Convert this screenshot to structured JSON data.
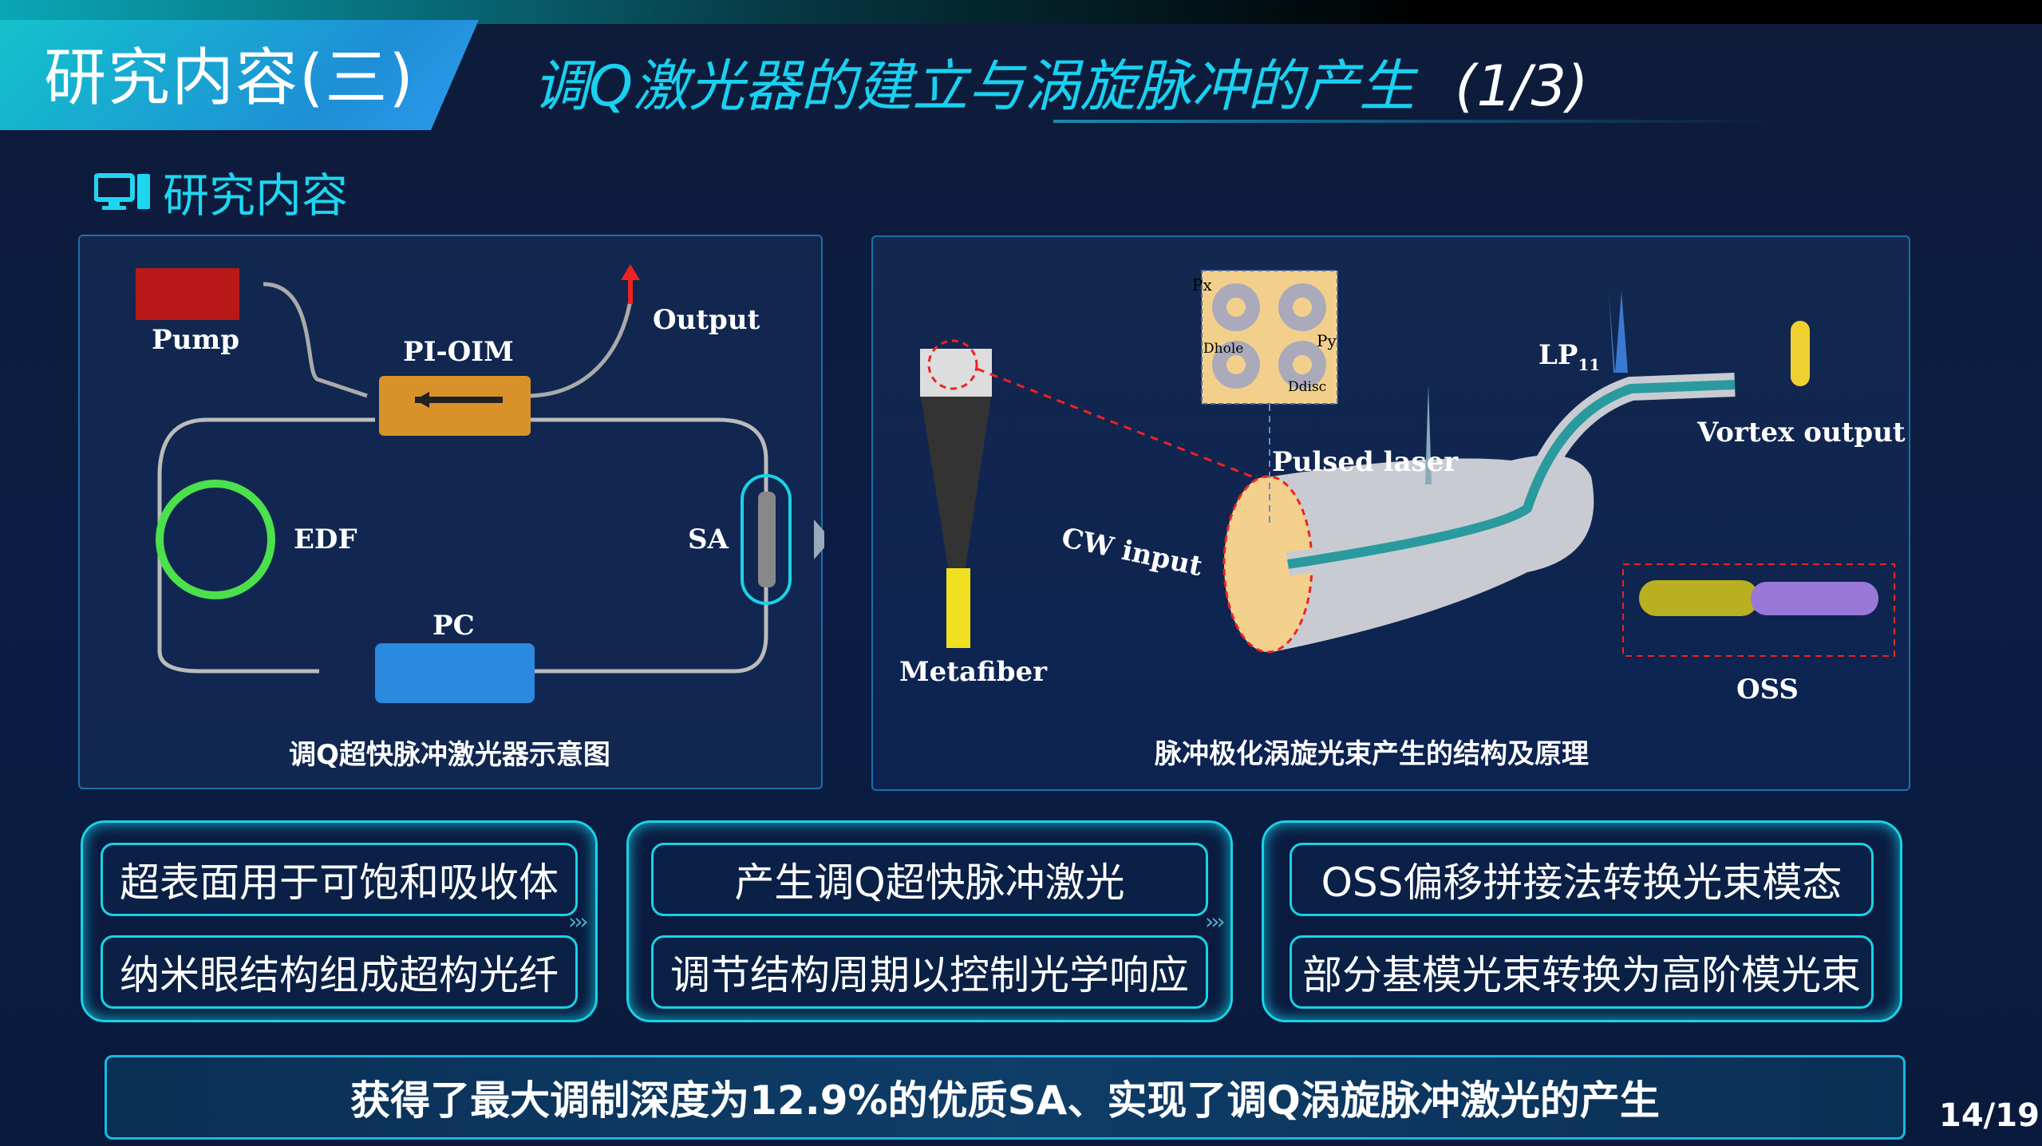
{
  "header": {
    "section_title": "研究内容(三)",
    "slide_title": "调Q激光器的建立与涡旋脉冲的产生",
    "slide_part": "(1/3)"
  },
  "section": {
    "icon": "computer-icon",
    "label": "研究内容"
  },
  "left_figure": {
    "labels": {
      "pump": "Pump",
      "pioim": "PI-OIM",
      "output": "Output",
      "edf": "EDF",
      "sa": "SA",
      "pc": "PC"
    },
    "caption": "调Q超快脉冲激光器示意图"
  },
  "right_figure": {
    "labels": {
      "metafiber": "Metafiber",
      "cw_input": "CW input",
      "pulsed_laser": "Pulsed laser",
      "lp11": "LP",
      "lp11_sub": "11",
      "vortex_output": "Vortex output",
      "oss": "OSS",
      "px": "Px",
      "py": "Py",
      "dhole": "Dhole",
      "ddisc": "Ddisc"
    },
    "caption": "脉冲极化涡旋光束产生的结构及原理"
  },
  "summary": [
    {
      "items": [
        "超表面用于可饱和吸收体",
        "纳米眼结构组成超构光纤"
      ]
    },
    {
      "items": [
        "产生调Q超快脉冲激光",
        "调节结构周期以控制光学响应"
      ]
    },
    {
      "items": [
        "OSS偏移拼接法转换光束模态",
        "部分基模光束转换为高阶模光束"
      ]
    }
  ],
  "footer": {
    "conclusion": "获得了最大调制深度为12.9%的优质SA、实现了调Q涡旋脉冲激光的产生"
  },
  "page_number": "14/19"
}
